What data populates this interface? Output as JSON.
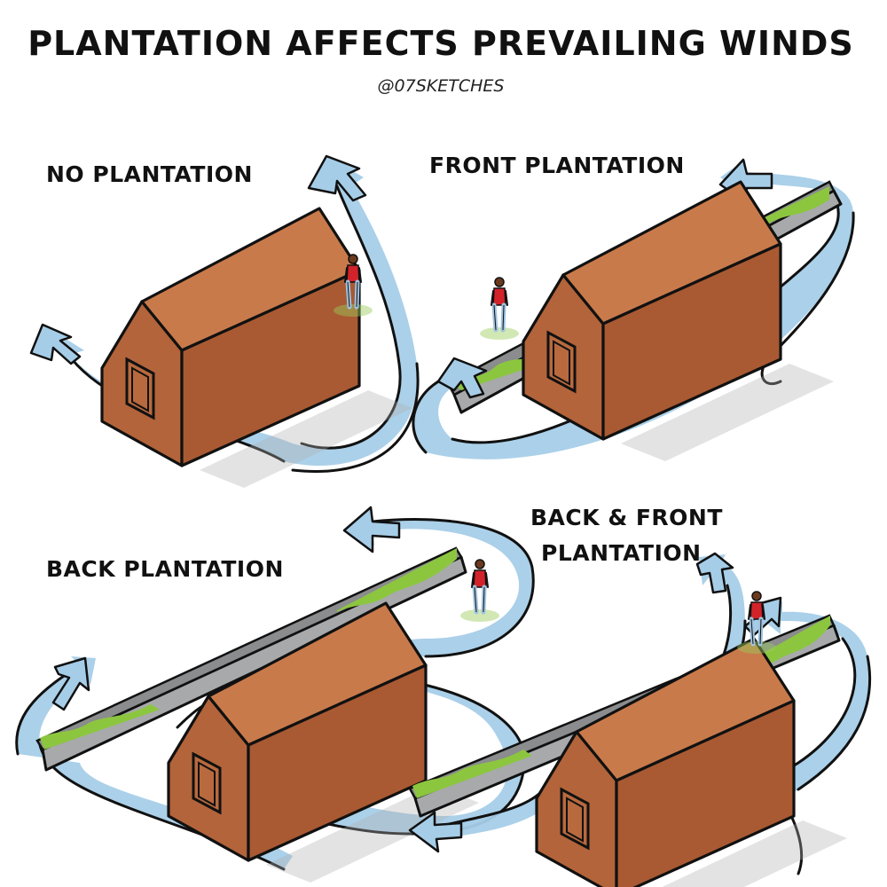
{
  "title": "PLANTATION AFFECTS PREVAILING WINDS",
  "credit": "@07SKETCHES",
  "panels": [
    {
      "label": "NO PLANTATION"
    },
    {
      "label": "FRONT PLANTATION"
    },
    {
      "label": "BACK PLANTATION"
    },
    {
      "label_line1": "BACK & FRONT",
      "label_line2": "PLANTATION"
    }
  ],
  "colors": {
    "house_wall": "#b86a3e",
    "house_roof": "#c97a4b",
    "wind": "#a6cde8",
    "hedge": "#8cc63f",
    "wall": "#a7a9ab",
    "person_shirt": "#d2232a",
    "person_jeans": "#9fc3e0"
  }
}
